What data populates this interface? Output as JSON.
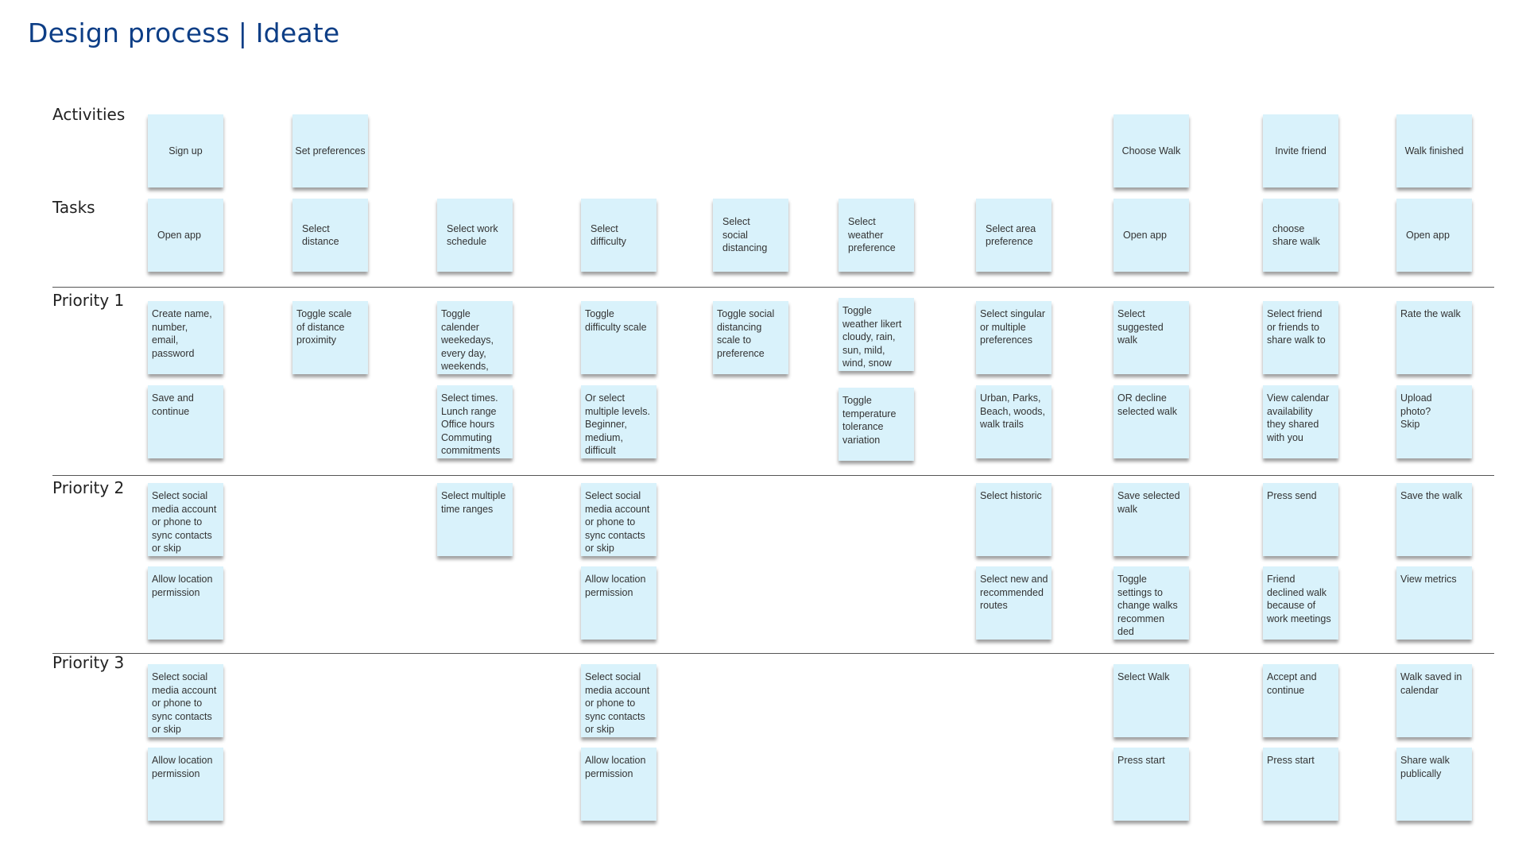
{
  "title": "Design process | Ideate",
  "row_labels": {
    "activities": "Activities",
    "tasks": "Tasks",
    "priority1": "Priority 1",
    "priority2": "Priority 2",
    "priority3": "Priority 3"
  },
  "colors": {
    "sticky": "#d9f2fb",
    "title": "#0d3e86",
    "divider": "#555555"
  },
  "activities": [
    "Sign up",
    "Set preferences",
    "Choose Walk",
    "Invite friend",
    "Walk finished"
  ],
  "tasks": [
    "Open app",
    "Select\ndistance",
    "Select work\nschedule",
    "Select\ndifficulty",
    "Select\nsocial\ndistancing",
    "Select\nweather\npreference",
    "Select area\npreference",
    "Open app",
    "choose\nshare walk",
    "Open app"
  ],
  "priority1": {
    "row_a": [
      "Create name,\nnumber,\nemail,\npassword",
      "Toggle scale\nof distance\nproximity",
      "Toggle calender\nweekedays,\nevery day,\nweekends, days",
      "Toggle\ndifficulty scale",
      "Toggle social\ndistancing\nscale to\npreference",
      "Toggle\nweather likert\ncloudy, rain,\nsun, mild,\nwind, snow",
      "Select singular\nor multiple\npreferences",
      "Select\nsuggested\nwalk",
      "Select friend\nor friends to\nshare walk to",
      "Rate the walk"
    ],
    "row_b": [
      "Save and\ncontinue",
      "Select times.\nLunch range\nOffice hours\nCommuting\ncommitments",
      "Or select\nmultiple levels.\nBeginner,\nmedium,\ndifficult",
      "Toggle\ntemperature\ntolerance\nvariation",
      "Urban, Parks,\nBeach, woods,\nwalk trails",
      "OR decline\nselected walk",
      "View calendar\navailability\nthey shared\nwith you",
      "Upload\nphoto?\nSkip"
    ]
  },
  "priority2": {
    "row_a": [
      "Select social\nmedia account\nor phone to\nsync contacts\nor skip",
      "Select multiple\ntime ranges",
      "Select social\nmedia account\nor phone to\nsync contacts\nor skip",
      "Select historic",
      "Save selected\nwalk",
      "Press send",
      "Save the walk"
    ],
    "row_b": [
      "Allow location\npermission",
      "Allow location\npermission",
      "Select new and\nrecommended\nroutes",
      "Toggle\nsettings to\nchange walks\nrecommen\nded",
      "Friend\ndeclined walk\nbecause of\nwork meetings",
      "View metrics"
    ]
  },
  "priority3": {
    "row_a": [
      "Select social\nmedia account\nor phone to\nsync contacts\nor skip",
      "Select social\nmedia account\nor phone to\nsync contacts\nor skip",
      "Select Walk",
      "Accept and\ncontinue",
      "Walk saved in\ncalendar"
    ],
    "row_b": [
      "Allow location\npermission",
      "Allow location\npermission",
      "Press start",
      "Press start",
      "Share walk\npublically"
    ]
  }
}
